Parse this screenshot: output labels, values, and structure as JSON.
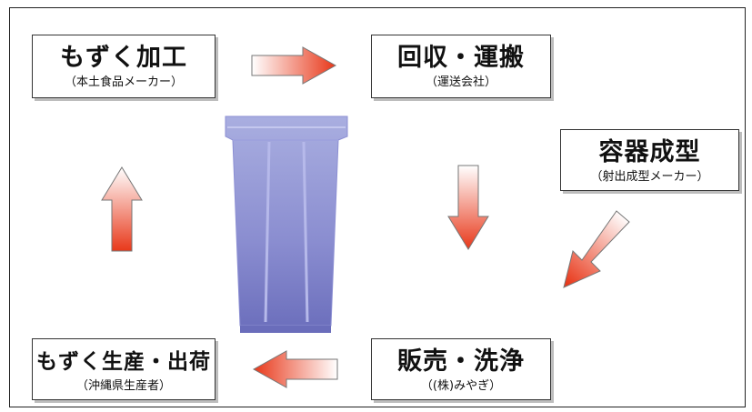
{
  "colors": {
    "arrow_light": "#ffffff",
    "arrow_dark": "#e8381a",
    "box_border": "#333333",
    "container_fill": "#7d7fc4"
  },
  "boxes": {
    "mozuku_processing": {
      "title": "もずく加工",
      "subtitle": "（本土食品メーカー）"
    },
    "collection_transport": {
      "title": "回収・運搬",
      "subtitle": "（運送会社）"
    },
    "container_molding": {
      "title": "容器成型",
      "subtitle": "（射出成型メーカー）"
    },
    "sales_washing": {
      "title": "販売・洗浄",
      "subtitle": "（(株)みやぎ）"
    },
    "production_shipping": {
      "title": "もずく生産・出荷",
      "subtitle": "（沖縄県生産者）"
    }
  },
  "arrows": [
    {
      "from": "mozuku_processing",
      "to": "collection_transport",
      "direction": "right"
    },
    {
      "from": "collection_transport",
      "to": "sales_washing",
      "direction": "down"
    },
    {
      "from": "container_molding",
      "to": "sales_washing",
      "direction": "down-left"
    },
    {
      "from": "sales_washing",
      "to": "production_shipping",
      "direction": "left"
    },
    {
      "from": "production_shipping",
      "to": "mozuku_processing",
      "direction": "up"
    }
  ],
  "center_image": {
    "icon": "plastic-container-icon"
  }
}
